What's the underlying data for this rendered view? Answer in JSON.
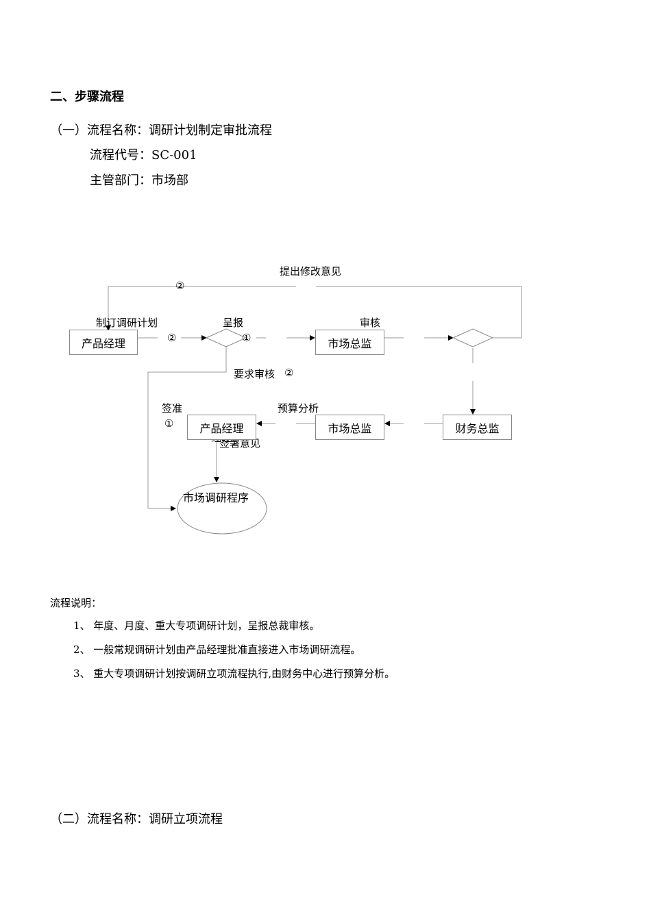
{
  "section_title": "二、步骤流程",
  "flow1": {
    "name_line": "（一）流程名称：调研计划制定审批流程",
    "code_line": "流程代号：SC-001",
    "dept_line": "主管部门：市场部"
  },
  "diagram": {
    "label_modify": "提出修改意见",
    "label_make_plan": "制订调研计划",
    "label_submit": "呈报",
    "label_review": "审核",
    "label_request_review": "要求审核",
    "label_approve": "签准",
    "label_budget": "预算分析",
    "label_sign_opinion": "签署意见",
    "label_overlap": "经理",
    "circle_1": "①",
    "circle_2": "②",
    "box_pm_top": "产品经理",
    "box_md_top": "市场总监",
    "box_pm_bottom": "产品经理",
    "box_md_bottom": "市场总监",
    "box_fd": "财务总监",
    "ellipse_label": "市场调研程序"
  },
  "notes": {
    "title": "流程说明：",
    "items": [
      "1、 年度、月度、重大专项调研计划，呈报总裁审核。",
      "2、 一般常规调研计划由产品经理批准直接进入市场调研流程。",
      "3、 重大专项调研计划按调研立项流程执行,由财务中心进行预算分析。"
    ]
  },
  "flow2": {
    "name_line": "（二）流程名称：调研立项流程"
  }
}
